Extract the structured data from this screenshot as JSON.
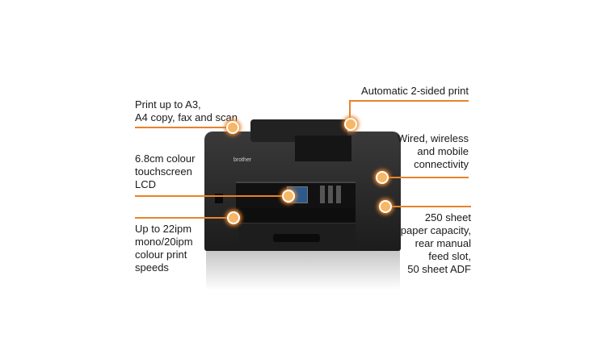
{
  "callouts": {
    "a3": "Print up to A3,\nA4 copy, fax and scan",
    "duplex": "Automatic 2-sided print",
    "connectivity": "Wired, wireless\nand mobile\nconnectivity",
    "lcd": "6.8cm colour\ntouchscreen\nLCD",
    "speed": "Up to 22ipm\nmono/20ipm\ncolour print\nspeeds",
    "capacity": "250 sheet\npaper capacity,\nrear manual\nfeed slot,\n50 sheet ADF"
  },
  "brand": "brother",
  "colors": {
    "accent": "#e8832a",
    "printer": "#262626"
  }
}
